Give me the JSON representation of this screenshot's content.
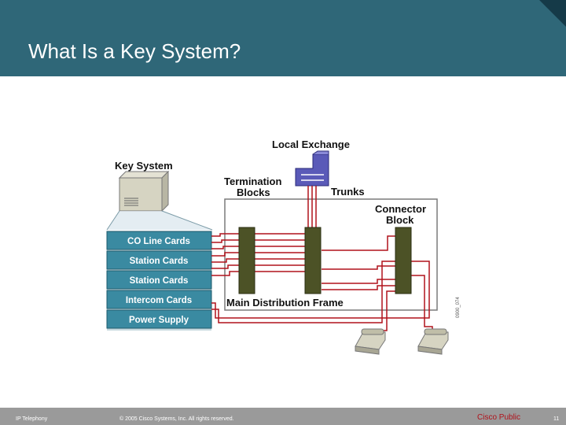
{
  "slide": {
    "title": "What Is a Key System?"
  },
  "diagram": {
    "local_exchange": "Local Exchange",
    "key_system": "Key System",
    "termination_blocks_line1": "Termination",
    "termination_blocks_line2": "Blocks",
    "trunks": "Trunks",
    "connector_block_line1": "Connector",
    "connector_block_line2": "Block",
    "main_distribution_frame": "Main Distribution Frame",
    "cards": [
      "CO Line Cards",
      "Station Cards",
      "Station Cards",
      "Intercom Cards",
      "Power Supply"
    ],
    "figure_id": "0900_074"
  },
  "footer": {
    "left": "IP Telephony",
    "copyright": "© 2005 Cisco Systems, Inc. All rights reserved.",
    "classification": "Cisco Public",
    "page": "11"
  },
  "colors": {
    "header": "#2f6778",
    "card": "#3a8aa1",
    "wire": "#b0121b",
    "block": "#4c5226",
    "exchange": "#5a5ab8"
  }
}
